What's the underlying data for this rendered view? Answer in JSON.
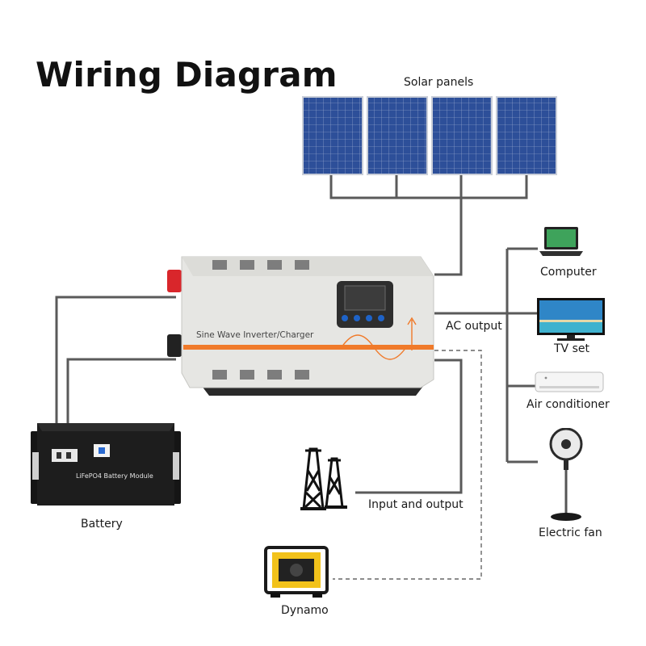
{
  "title": "Wiring Diagram",
  "labels": {
    "solar_panels": "Solar panels",
    "computer": "Computer",
    "ac_output": "AC output",
    "tv_set": "TV set",
    "air_conditioner": "Air conditioner",
    "battery": "Battery",
    "input_output": "Input and output",
    "electric_fan": "Electric fan",
    "dynamo": "Dynamo"
  },
  "inverter": {
    "text": "Sine Wave Inverter/Charger"
  },
  "battery_module": {
    "text": "LiFePO4  Battery Module"
  },
  "icons": [
    "solar-panel-icon",
    "inverter-icon",
    "battery-icon",
    "laptop-icon",
    "tv-icon",
    "air-conditioner-icon",
    "electric-fan-icon",
    "power-tower-icon",
    "generator-icon"
  ],
  "colors": {
    "wire": "#555555",
    "inverter_stripe": "#f07a2a",
    "panel_blue": "#2c4f9a",
    "positive_terminal": "#d9262b"
  }
}
